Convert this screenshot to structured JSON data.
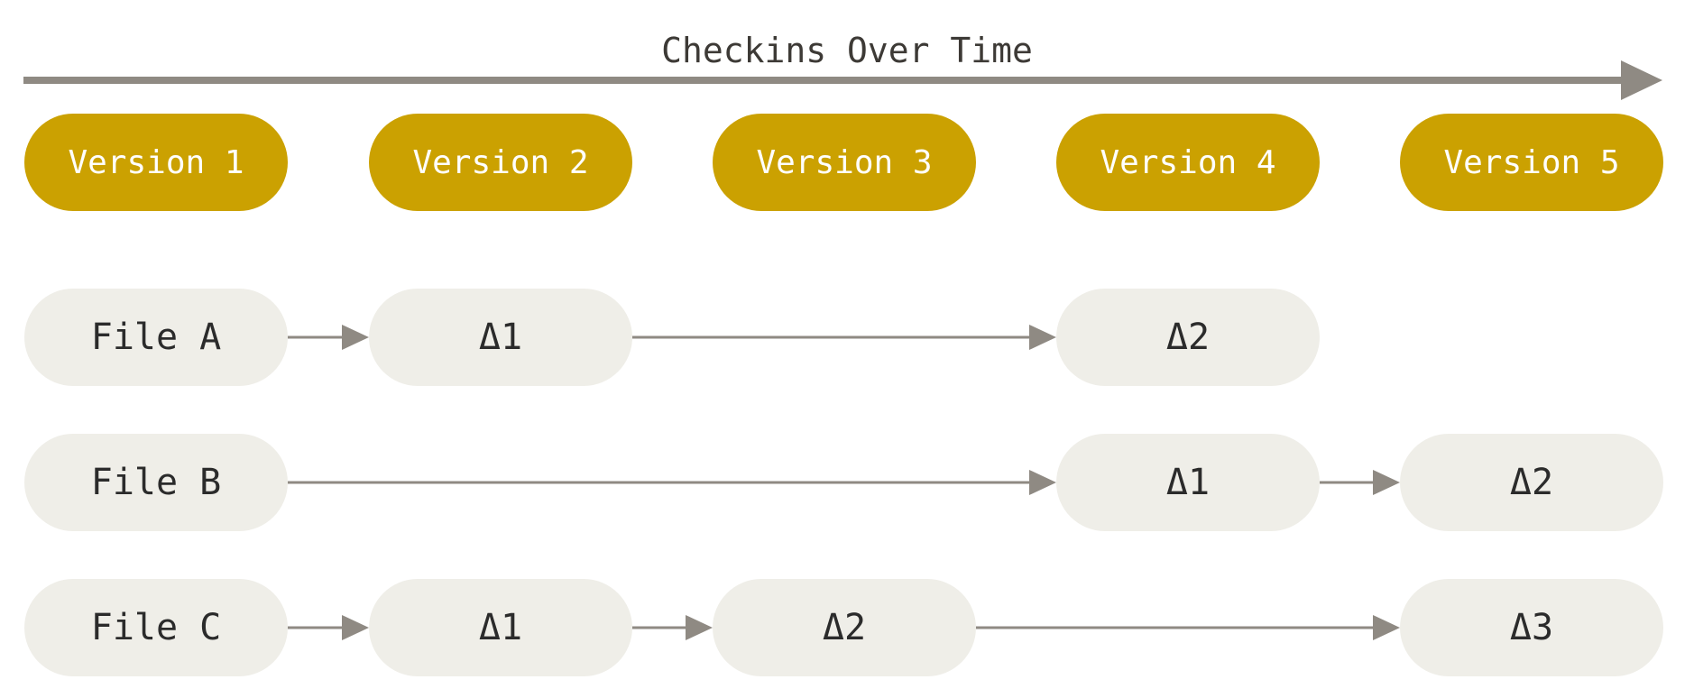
{
  "diagram": {
    "title": "Checkins Over Time",
    "colors": {
      "version_fill": "#cba101",
      "node_fill": "#efeee8",
      "arrow": "#8f8a83",
      "version_text": "#ffffff",
      "node_text": "#2b2b2b"
    },
    "versions": [
      "Version 1",
      "Version 2",
      "Version 3",
      "Version 4",
      "Version 5"
    ],
    "files": [
      {
        "name": "File A",
        "nodes": [
          {
            "label": "Δ1",
            "version": 2
          },
          {
            "label": "Δ2",
            "version": 4
          }
        ]
      },
      {
        "name": "File B",
        "nodes": [
          {
            "label": "Δ1",
            "version": 4
          },
          {
            "label": "Δ2",
            "version": 5
          }
        ]
      },
      {
        "name": "File C",
        "nodes": [
          {
            "label": "Δ1",
            "version": 2
          },
          {
            "label": "Δ2",
            "version": 3
          },
          {
            "label": "Δ3",
            "version": 5
          }
        ]
      }
    ]
  }
}
